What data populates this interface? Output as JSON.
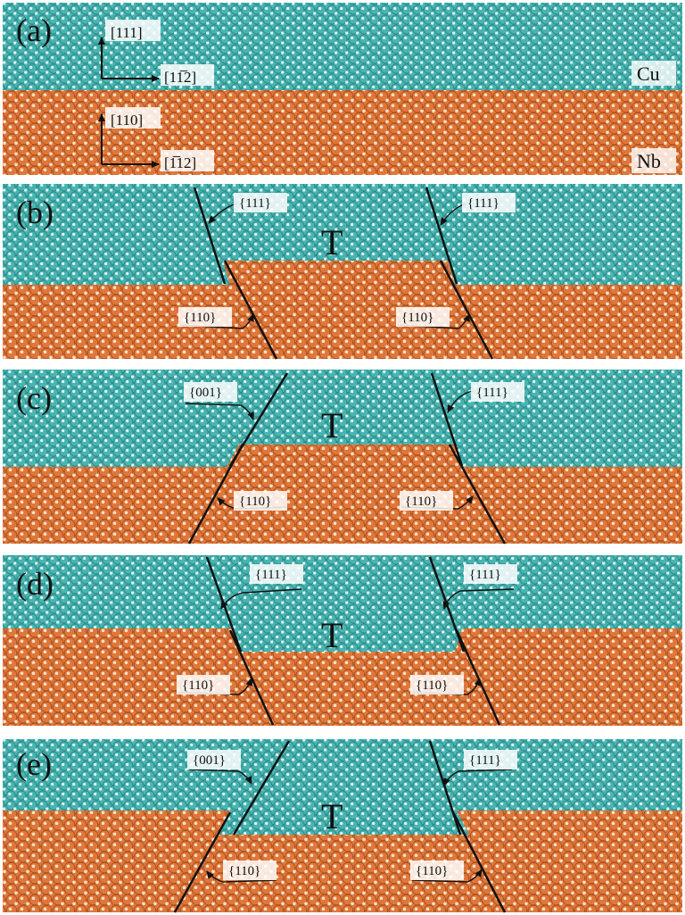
{
  "colors": {
    "cu": "#49b5b2",
    "cu_edge": "#2e8683",
    "cu_highlight": "#dff7f5",
    "nb": "#e0773a",
    "nb_edge": "#a04c1c",
    "nb_highlight": "#fde0c8",
    "line": "#111111",
    "label_bg": "#ffffff"
  },
  "panel_a": {
    "letter": "(a)",
    "cu_axis_up": "[111]",
    "cu_axis_right": "[11̅2]",
    "nb_axis_up": "[110]",
    "nb_axis_right": "[1̅12]",
    "cu_label": "Cu",
    "nb_label": "Nb"
  },
  "panel_b": {
    "letter": "(b)",
    "twin_label": "T",
    "left_cu_plane": "{111}",
    "right_cu_plane": "{111}",
    "left_nb_plane": "{110}",
    "right_nb_plane": "{110}"
  },
  "panel_c": {
    "letter": "(c)",
    "twin_label": "T",
    "left_cu_plane": "{001}",
    "right_cu_plane": "{111}",
    "left_nb_plane": "{110}",
    "right_nb_plane": "{110}"
  },
  "panel_d": {
    "letter": "(d)",
    "twin_label": "T",
    "left_cu_plane": "{111}",
    "right_cu_plane": "{111}",
    "left_nb_plane": "{110}",
    "right_nb_plane": "{110}"
  },
  "panel_e": {
    "letter": "(e)",
    "twin_label": "T",
    "left_cu_plane": "{001}",
    "right_cu_plane": "{111}",
    "left_nb_plane": "{110}",
    "right_nb_plane": "{110}"
  }
}
